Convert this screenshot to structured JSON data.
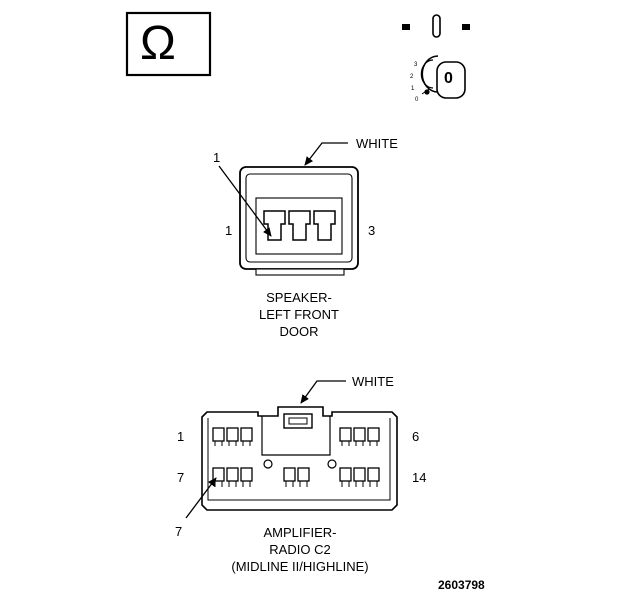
{
  "meter_icon": {
    "symbol": "Ω"
  },
  "ignition_icon": {
    "positions": [
      "3",
      "2",
      "1",
      "0"
    ],
    "key_label": "0"
  },
  "speaker_connector": {
    "color_callout": "WHITE",
    "callout_pin": "1",
    "left_pin": "1",
    "right_pin": "3",
    "caption_lines": [
      "SPEAKER-",
      "LEFT FRONT",
      "DOOR"
    ]
  },
  "amplifier_connector": {
    "color_callout": "WHITE",
    "top_left_pin": "1",
    "top_right_pin": "6",
    "bottom_left_pin": "7",
    "bottom_right_pin": "14",
    "callout_pin": "7",
    "caption_lines": [
      "AMPLIFIER-",
      "RADIO C2",
      "(MIDLINE II/HIGHLINE)"
    ]
  },
  "figure_number": "2603798"
}
